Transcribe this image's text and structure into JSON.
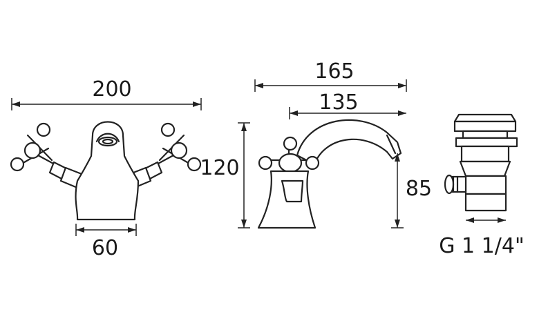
{
  "dimensions": {
    "width_200": "200",
    "base_60": "60",
    "height_120": "120",
    "reach_165": "165",
    "reach_135": "135",
    "spout_85": "85",
    "waste_thread": "G 1 1/4\""
  },
  "colors": {
    "line": "#222222",
    "background": "#ffffff"
  }
}
